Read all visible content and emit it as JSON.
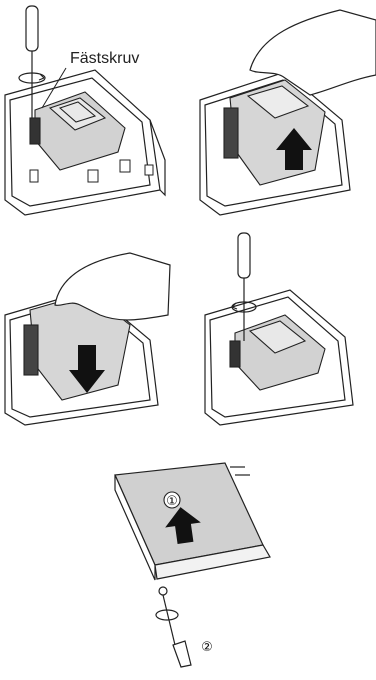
{
  "labels": {
    "screw_callout": "Fästskruv",
    "step_1": "①",
    "step_2": "②"
  },
  "steps": [
    {
      "id": "loosen-screw",
      "icon": "screwdriver-icon"
    },
    {
      "id": "lift-lamp",
      "icon": "arrow-up-icon"
    },
    {
      "id": "insert-lamp",
      "icon": "arrow-down-icon"
    },
    {
      "id": "tighten-screw",
      "icon": "screwdriver-icon"
    },
    {
      "id": "close-cover",
      "icon": "arrow-up-icon"
    }
  ],
  "colors": {
    "line": "#222222",
    "cover_fill": "#cfcfcf",
    "lamp_fill": "#e2e2e2",
    "arrow_fill": "#111111"
  }
}
